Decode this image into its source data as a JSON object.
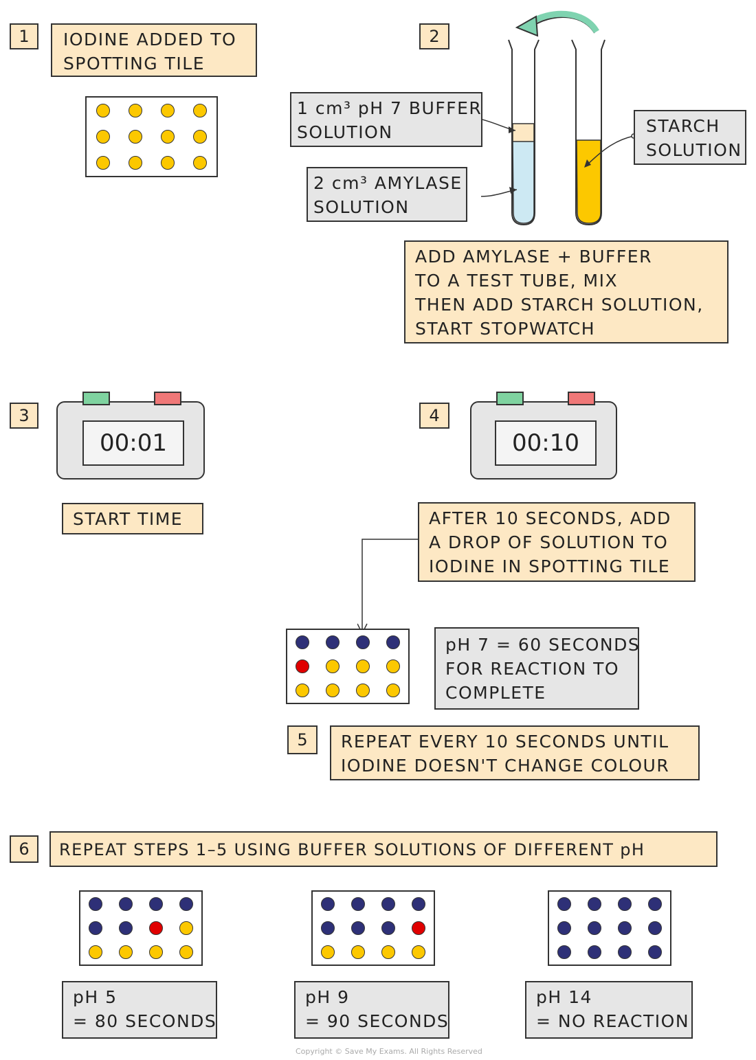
{
  "step1": {
    "num": "1",
    "lines": [
      "IODINE  ADDED  TO",
      "SPOTTING  TILE"
    ]
  },
  "step2": {
    "num": "2",
    "buffer_label": [
      "1 cm³  pH 7  BUFFER",
      "SOLUTION"
    ],
    "amylase_label": [
      "2 cm³  AMYLASE",
      "SOLUTION"
    ],
    "starch_label": [
      "STARCH",
      "SOLUTION"
    ],
    "instruction": [
      "ADD  AMYLASE + BUFFER",
      "TO  A  TEST  TUBE,  MIX",
      "THEN  ADD  STARCH  SOLUTION,",
      "START  STOPWATCH"
    ]
  },
  "step3": {
    "num": "3",
    "time": "00:01",
    "label": "START  TIME"
  },
  "step4": {
    "num": "4",
    "time": "00:10",
    "instruction": [
      "AFTER 10  SECONDS,  ADD",
      "A  DROP  OF  SOLUTION  TO",
      "IODINE  IN  SPOTTING  TILE"
    ]
  },
  "result_ph7": [
    "pH  7 = 60  SECONDS",
    "FOR  REACTION  TO",
    "COMPLETE"
  ],
  "step5": {
    "num": "5",
    "lines": [
      "REPEAT  EVERY  10  SECONDS  UNTIL",
      "IODINE  DOESN'T  CHANGE  COLOUR"
    ]
  },
  "step6": {
    "num": "6",
    "text": "REPEAT  STEPS  1–5  USING  BUFFER  SOLUTIONS  OF  DIFFERENT  pH"
  },
  "results": [
    {
      "lines": [
        "pH  5",
        "= 80  SECONDS"
      ]
    },
    {
      "lines": [
        "pH  9",
        "= 90  SECONDS"
      ]
    },
    {
      "lines": [
        "pH  14",
        "= NO  REACTION"
      ]
    }
  ],
  "tiles": {
    "step1": [
      [
        "Y",
        "Y",
        "Y",
        "Y"
      ],
      [
        "Y",
        "Y",
        "Y",
        "Y"
      ],
      [
        "Y",
        "Y",
        "Y",
        "Y"
      ]
    ],
    "step4": [
      [
        "B",
        "B",
        "B",
        "B"
      ],
      [
        "R",
        "Y",
        "Y",
        "Y"
      ],
      [
        "Y",
        "Y",
        "Y",
        "Y"
      ]
    ],
    "ph5": [
      [
        "B",
        "B",
        "B",
        "B"
      ],
      [
        "B",
        "B",
        "R",
        "Y"
      ],
      [
        "Y",
        "Y",
        "Y",
        "Y"
      ]
    ],
    "ph9": [
      [
        "B",
        "B",
        "B",
        "B"
      ],
      [
        "B",
        "B",
        "B",
        "R"
      ],
      [
        "Y",
        "Y",
        "Y",
        "Y"
      ]
    ],
    "ph14": [
      [
        "B",
        "B",
        "B",
        "B"
      ],
      [
        "B",
        "B",
        "B",
        "B"
      ],
      [
        "B",
        "B",
        "B",
        "B"
      ]
    ]
  },
  "colors": {
    "Y": "#fcc800",
    "B": "#2e3077",
    "R": "#e00000",
    "amylase": "#cde9f3",
    "buffer": "#fde8c4",
    "starch": "#fcc800",
    "arrow": "#7fd3b0",
    "green_button": "#7fd3a0",
    "red_button": "#f07878"
  },
  "copyright": "Copyright © Save My Exams. All Rights Reserved"
}
